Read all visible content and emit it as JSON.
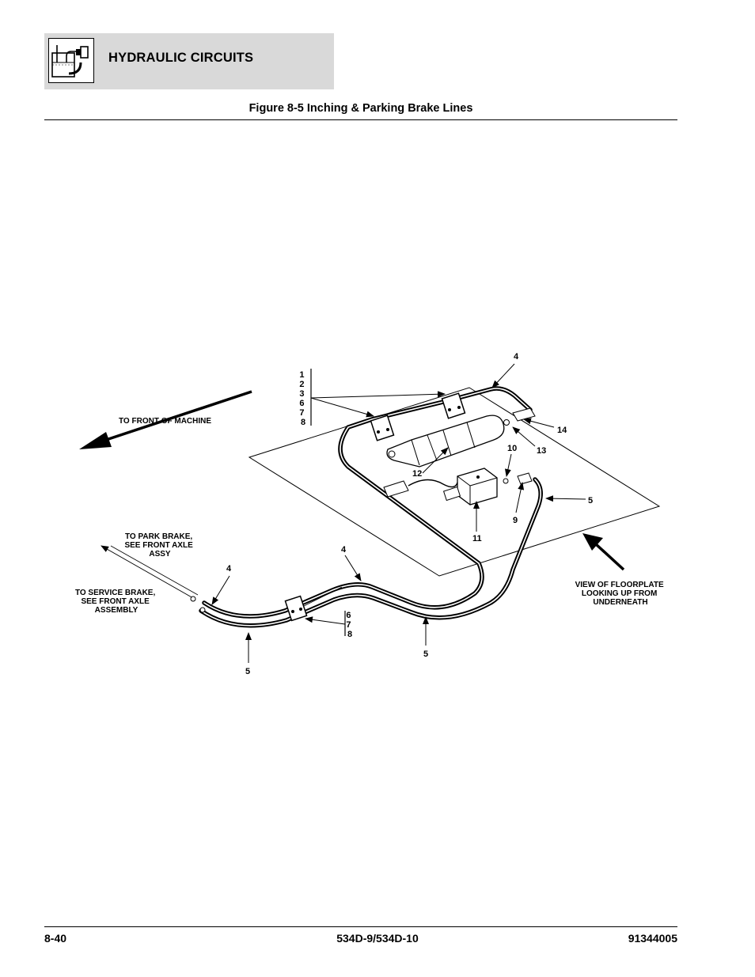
{
  "header": {
    "section_title": "HYDRAULIC CIRCUITS",
    "icon": "hydraulic-reservoir-icon"
  },
  "figure": {
    "title": "Figure 8-5 Inching & Parking Brake Lines"
  },
  "diagram": {
    "labels": {
      "front_of_machine": "TO FRONT OF MACHINE",
      "park_brake": [
        "TO PARK BRAKE,",
        "SEE FRONT AXLE",
        "ASSY"
      ],
      "service_brake": [
        "TO SERVICE BRAKE,",
        "SEE FRONT AXLE",
        "ASSEMBLY"
      ],
      "view_floorplate": [
        "VIEW OF FLOORPLATE",
        "LOOKING UP FROM",
        "UNDERNEATH"
      ]
    },
    "callouts": {
      "stack_top": [
        "1",
        "2",
        "3",
        "6",
        "7",
        "8"
      ],
      "stack_bottom": [
        "6",
        "7",
        "8"
      ],
      "c4_top": "4",
      "c14": "14",
      "c13": "13",
      "c10": "10",
      "c12": "12",
      "c5_right": "5",
      "c9": "9",
      "c11": "11",
      "c4_left": "4",
      "c4_mid": "4",
      "c5_left": "5",
      "c5_mid": "5"
    }
  },
  "footer": {
    "page": "8-40",
    "model": "534D-9/534D-10",
    "doc_number": "91344005"
  }
}
